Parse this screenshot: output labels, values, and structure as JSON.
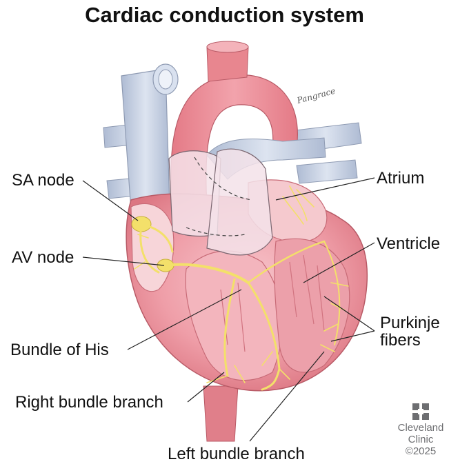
{
  "title": "Cardiac conduction system",
  "labels": {
    "sa_node": "SA node",
    "av_node": "AV node",
    "bundle_of_his": "Bundle of His",
    "right_bundle_branch": "Right bundle branch",
    "left_bundle_branch": "Left bundle branch",
    "atrium": "Atrium",
    "ventricle": "Ventricle",
    "purkinje_line1": "Purkinje",
    "purkinje_line2": "fibers"
  },
  "logo": {
    "line1": "Cleveland",
    "line2": "Clinic",
    "copyright": "©2025",
    "icon": "cleveland-clinic-cross-icon"
  },
  "signature_text": "Pangrace",
  "colors": {
    "vessel_blue": "#c9d4e6",
    "aorta_red": "#e8868f",
    "heart_pink": "#ef9ea8",
    "muscle_dark": "#d66b78",
    "conduction_yellow": "#f3e06a",
    "valve_white": "#f3e6ec",
    "leader_line": "#222222"
  }
}
